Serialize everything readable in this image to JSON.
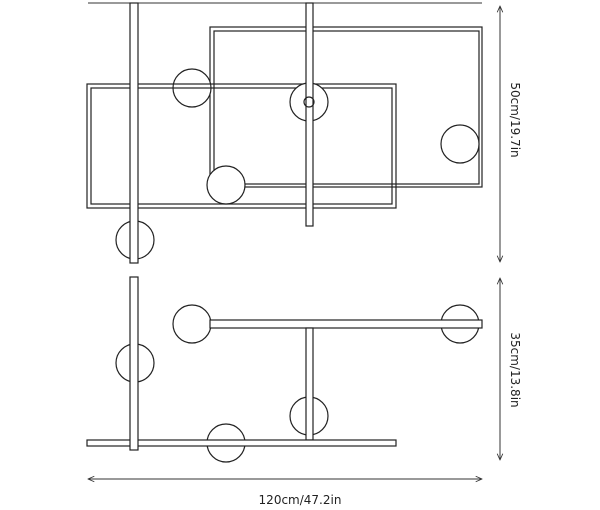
{
  "title": "Lamp dimension diagram",
  "dimensions": {
    "top_view_height": "50cm/19.7in",
    "side_view_height": "35cm/13.8in",
    "width": "120cm/47.2in"
  },
  "colors": {
    "line": "#222222",
    "background": "#ffffff"
  }
}
